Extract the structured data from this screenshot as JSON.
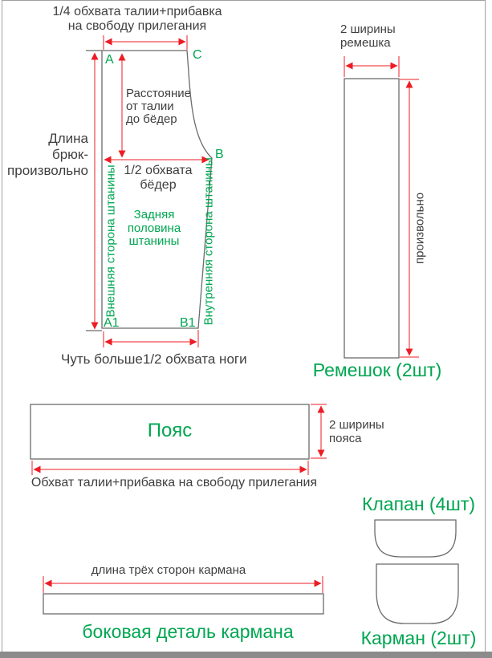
{
  "palette": {
    "accent_green": "#00a651",
    "dimension_red": "#ed1c24",
    "outline_gray": "#6b6b6b",
    "text_dark": "#3f3f3f"
  },
  "back_piece": {
    "waist_dim_lines": [
      "1/4 обхвата талии+прибавка",
      "на свободу прилегания"
    ],
    "length_dim_lines": [
      "Длина",
      "брюк-",
      "произвольно"
    ],
    "waist_to_hip_lines": [
      "Расстояние",
      "от талии",
      "до бёдер"
    ],
    "hip_dim_lines": [
      "1/2 обхвата",
      "бёдер"
    ],
    "name_lines": [
      "Задняя",
      "половина",
      "штанины"
    ],
    "outer_side": "Внешняя сторона штанины",
    "inner_side": "Внутренняя сторона штанины",
    "leg_dim": "Чуть больше1/2 обхвата ноги",
    "points": {
      "a": "A",
      "c": "C",
      "b": "B",
      "a1": "A1",
      "b1": "B1"
    }
  },
  "strap": {
    "width_dim_lines": [
      "2 ширины",
      "ремешка"
    ],
    "length_dim": "произвольно",
    "title": "Ремешок (2шт)"
  },
  "waistband": {
    "name": "Пояс",
    "height_dim_lines": [
      "2 ширины",
      "пояса"
    ],
    "width_dim": "Обхват талии+прибавка на свободу прилегания"
  },
  "flap": {
    "title": "Клапан (4шт)"
  },
  "pocket": {
    "title": "Карман (2шт)"
  },
  "side_pocket": {
    "dim": "длина трёх сторон кармана",
    "title": "боковая деталь кармана"
  }
}
